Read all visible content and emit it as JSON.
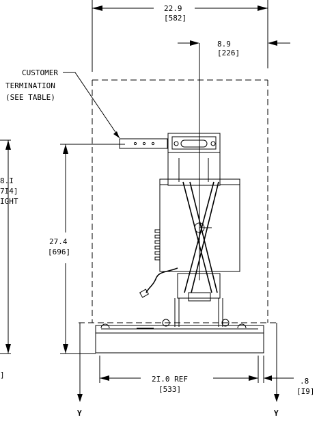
{
  "dimensions": {
    "top_width": {
      "value": "22.9",
      "metric": "[582]"
    },
    "right_offset": {
      "value": "8.9",
      "metric": "[226]"
    },
    "bracket_height": {
      "value": "27.4",
      "metric": "[696]"
    },
    "left_partial": {
      "value": "8.I",
      "metric": "7I4]",
      "note": "IGHT"
    },
    "base_width": {
      "value": "2I.0 REF",
      "metric": "[533]"
    },
    "edge_offset": {
      "value": ".8",
      "metric": "[I9]"
    }
  },
  "callout": {
    "line1": "CUSTOMER",
    "line2": "TERMINATION",
    "line3": "(SEE TABLE)"
  },
  "axis_labels": {
    "left": "Y",
    "right": "Y"
  },
  "left_edge_fragment": "]"
}
